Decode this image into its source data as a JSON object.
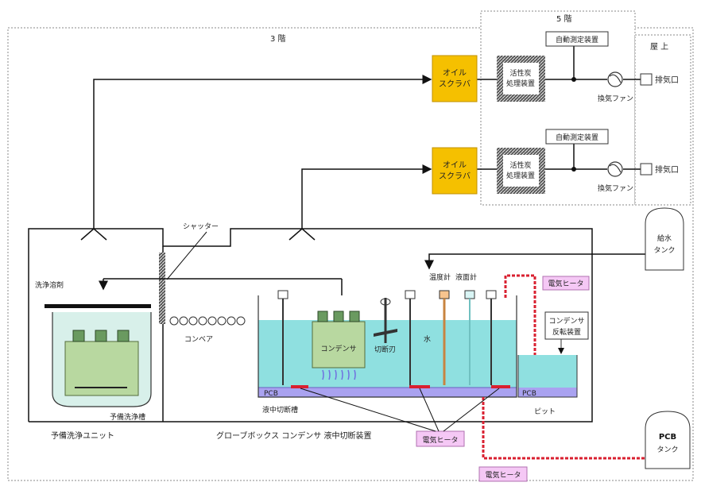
{
  "floors": {
    "third": "3 階",
    "fifth": "5 階",
    "roof": "屋 上"
  },
  "exhaust": {
    "scrubber": [
      "オイル",
      "スクラバ"
    ],
    "carbon_upper": [
      "活性炭",
      "処理装置"
    ],
    "carbon_lower": [
      "活性炭",
      "処理装置"
    ],
    "monitor": "自動測定装置",
    "fan": "換気ファン",
    "outlet": "排気口"
  },
  "units": {
    "shutter": "シャッター",
    "solvent": "洗浄溶剤",
    "pre_tank": "予備洗浄槽",
    "pre_unit": "予備洗浄ユニット",
    "conveyor": "コンベア",
    "condenser": "コンデンサ",
    "cutter": "切断刃",
    "thermometer": "温度計",
    "level_meter": "液面計",
    "water": "水",
    "pcb": "PCB",
    "cut_tank": "液中切断槽",
    "glovebox": "グローブボックス コンデンサ 液中切断装置",
    "water_tank": [
      "給水",
      "タンク"
    ],
    "heater": "電気ヒータ",
    "flip": [
      "コンデンサ",
      "反転装置"
    ],
    "pit": "ピット",
    "pcb_tank": [
      "PCB",
      "タンク"
    ]
  },
  "colors": {
    "scrubber": "#f5c000",
    "water": "#8fe0e0",
    "pcb_layer": "#a9a2f0",
    "heater_tag": "#f5c8f5",
    "heater_coil": "#d92030",
    "condenser": "#b8d8a0"
  }
}
